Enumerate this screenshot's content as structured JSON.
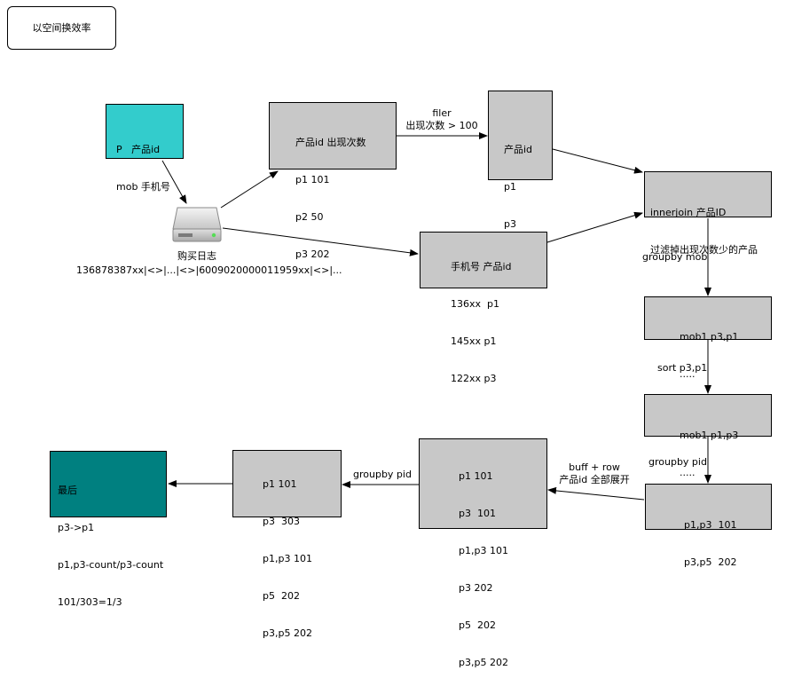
{
  "title": "以空间换效率",
  "source_box": [
    "P   产品id",
    "mob 手机号"
  ],
  "log_label": "购买日志",
  "log_sample": "136878387xx|<>|...|<>|6009020000011959xx|<>|...",
  "count_box": [
    "产品id 出现次数",
    "p1 101",
    "p2 50",
    "p3 202"
  ],
  "filter_label": [
    "filer",
    "出现次数 > 100"
  ],
  "filtered_box": [
    "产品id",
    "p1",
    "p3"
  ],
  "phone_box": [
    "手机号 产品id",
    "136xx  p1",
    "145xx p1",
    "122xx p3"
  ],
  "join_box": [
    "innerjoin 产品ID",
    "过滤掉出现次数少的产品"
  ],
  "groupby_mob_label": "groupby mob",
  "mob_box1": [
    "mob1 p3,p1",
    "....."
  ],
  "sort_label": "sort p3,p1",
  "mob_box2": [
    "mob1 p1,p3",
    "....."
  ],
  "groupby_pid_label1": "groupby pid",
  "pair_box": [
    "p1,p3  101",
    "p3,p5  202"
  ],
  "buff_label": [
    "buff + row",
    "产品id 全部展开"
  ],
  "expand_box": [
    "p1 101",
    "p3  101",
    "p1,p3 101",
    "p3 202",
    "p5  202",
    "p3,p5 202"
  ],
  "groupby_pid_label2": "groupby pid",
  "agg_box": [
    "p1 101",
    "p3  303",
    "p1,p3 101",
    "p5  202",
    "p3,p5 202"
  ],
  "final_box": [
    "最后",
    "p3->p1",
    "p1,p3-count/p3-count",
    "101/303=1/3"
  ]
}
